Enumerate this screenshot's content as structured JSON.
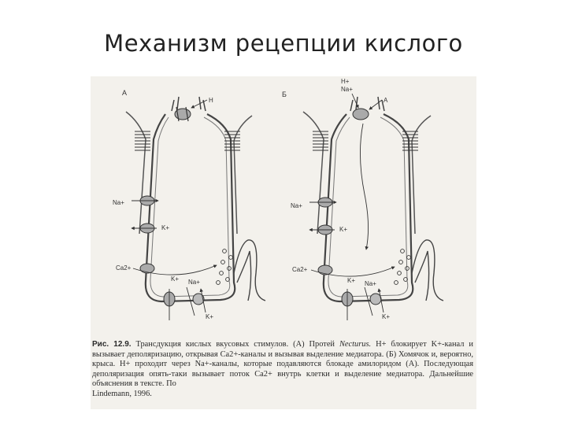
{
  "slide": {
    "title": "Механизм рецепции кислого"
  },
  "figure": {
    "panel_a": {
      "letter": "А",
      "top_ion": "Н",
      "labels": {
        "na": "Na+",
        "k": "K+",
        "ca": "Ca2+",
        "k_bottom_in": "K+",
        "na_bottom": "Na+",
        "k_bottom_out": "K+"
      }
    },
    "panel_b": {
      "letter": "Б",
      "top_h": "H+",
      "top_na": "Na+",
      "top_a": "A",
      "labels": {
        "na": "Na+",
        "k": "K+",
        "ca": "Ca2+",
        "k_bottom_in": "K+",
        "na_bottom": "Na+",
        "k_bottom_out": "K+"
      }
    },
    "caption": {
      "head": "Рис. 12.9.",
      "part1": "Трансдукция кислых вкусовых стимулов. (А) Протей",
      "species": "Necturus.",
      "part2": "H+ блокирует K+-канал и вызывает деполяризацию, открывая Ca2+-каналы и вызывая выделение медиатора. (Б) Хомячок и, вероятно, крыса. H+ проходит через Na+-каналы, которые подавляются блокаде амилоридом (А). Последующая деполяризация опять-таки вызывает поток Ca2+ внутрь клетки и выделение медиатора. Дальнейшие объяснения в тексте. По",
      "author": "Lindemann, 1996."
    }
  }
}
